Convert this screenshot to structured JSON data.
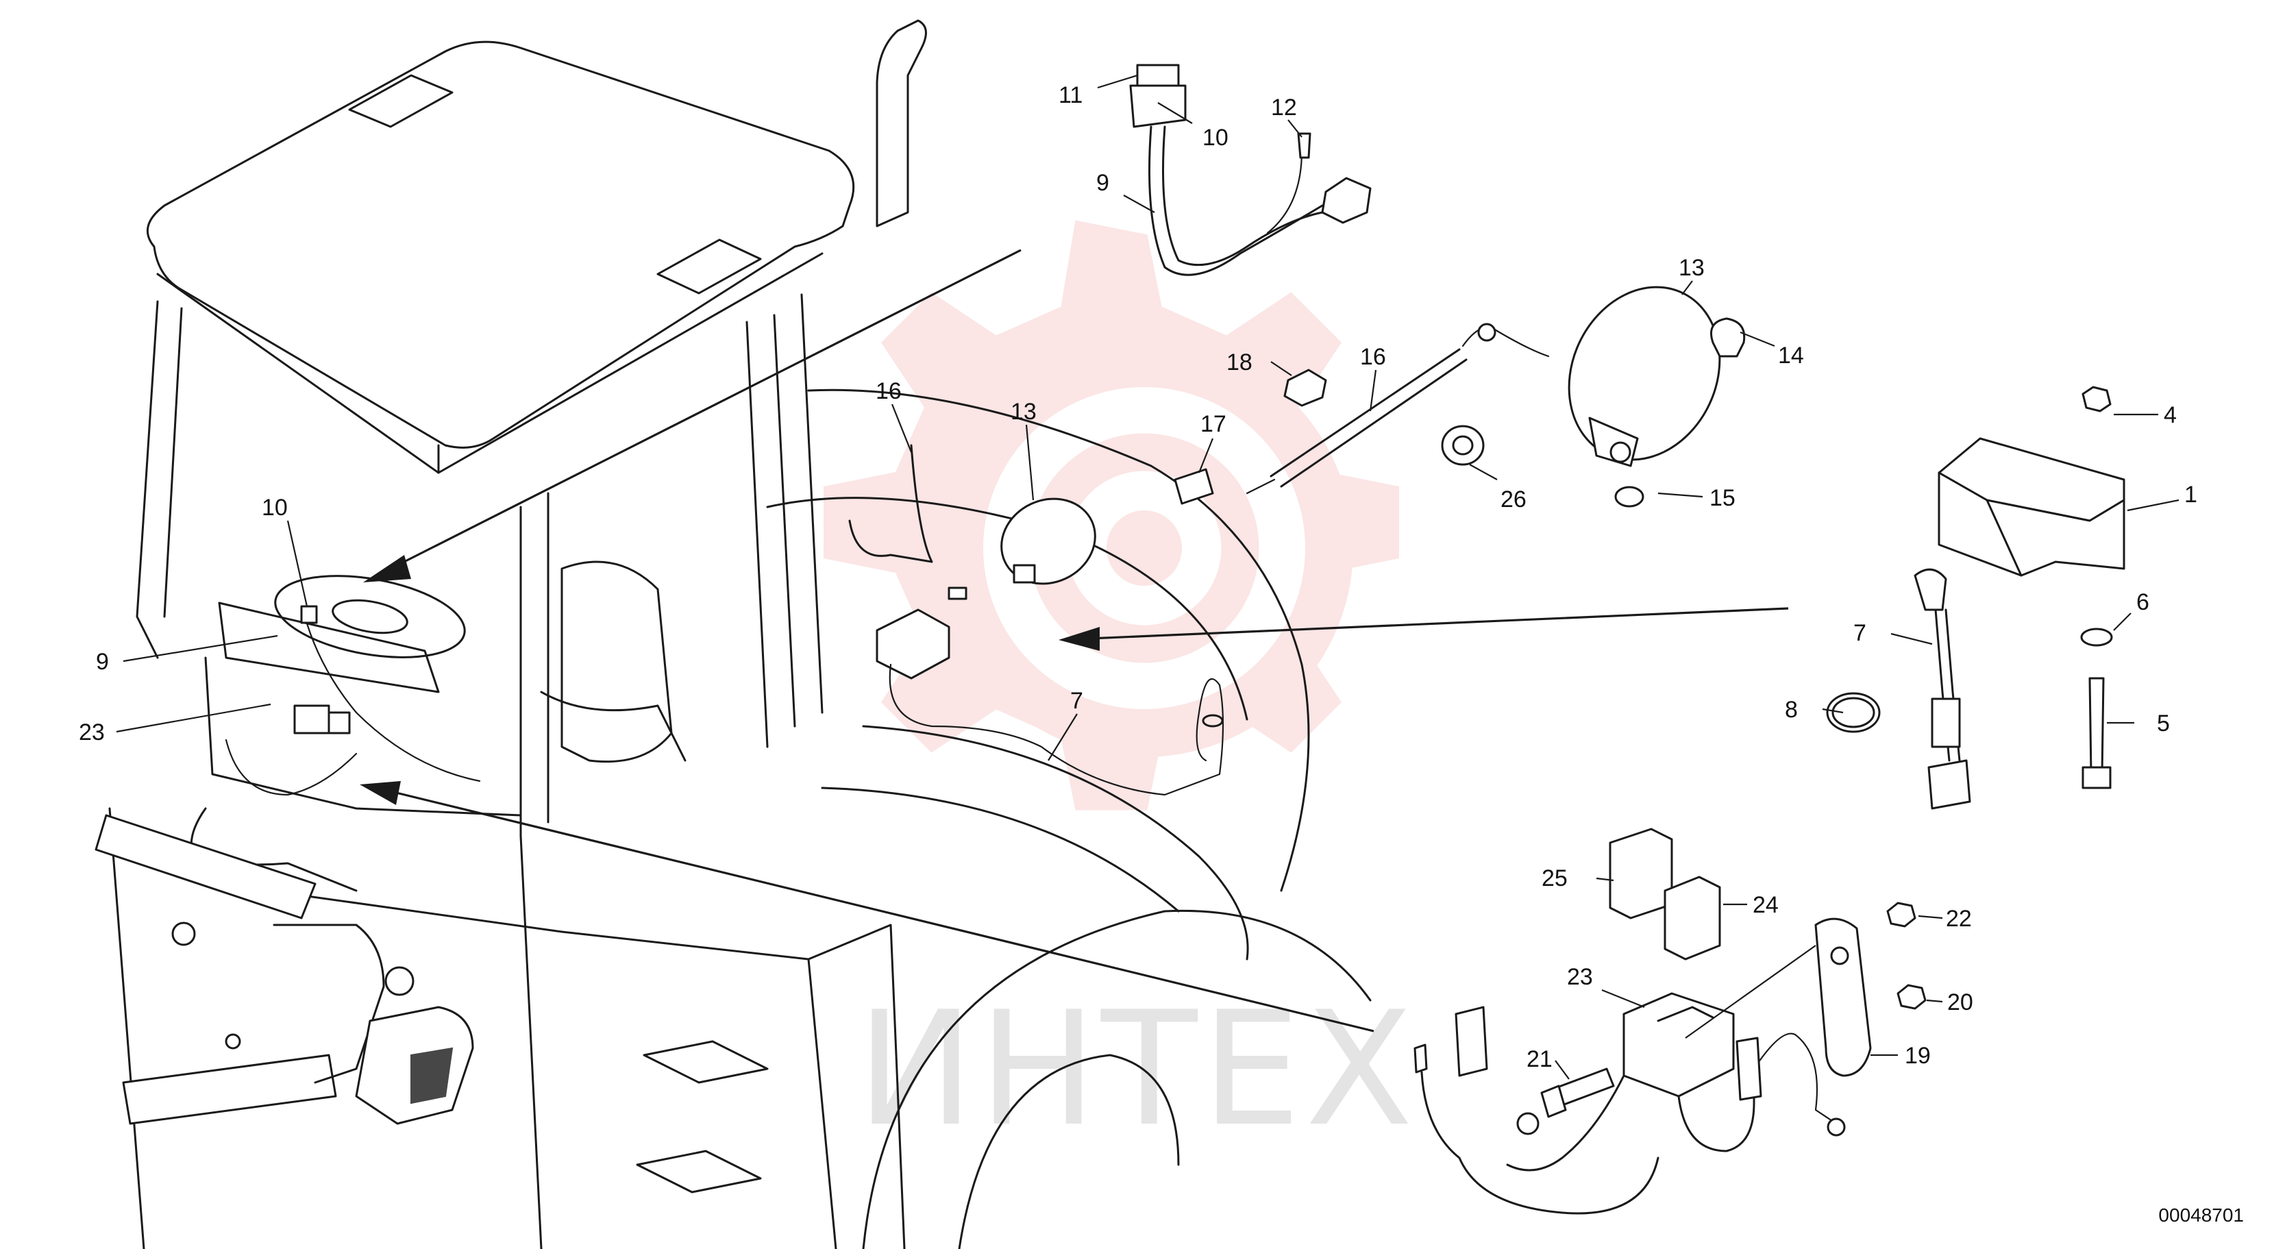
{
  "figure": {
    "document_number": "00048701",
    "watermark_text": "ИНТЕХ",
    "watermark_color": "#f6b6b6"
  },
  "callouts": [
    {
      "id": "c-9-left",
      "label": "9"
    },
    {
      "id": "c-10-left",
      "label": "10"
    },
    {
      "id": "c-23-left",
      "label": "23"
    },
    {
      "id": "c-16-cab",
      "label": "16"
    },
    {
      "id": "c-13-cab",
      "label": "13"
    },
    {
      "id": "c-7-cab",
      "label": "7"
    },
    {
      "id": "c-11",
      "label": "11"
    },
    {
      "id": "c-10-top",
      "label": "10"
    },
    {
      "id": "c-12",
      "label": "12"
    },
    {
      "id": "c-9-top",
      "label": "9"
    },
    {
      "id": "c-18",
      "label": "18"
    },
    {
      "id": "c-16-mid",
      "label": "16"
    },
    {
      "id": "c-17",
      "label": "17"
    },
    {
      "id": "c-26",
      "label": "26"
    },
    {
      "id": "c-13-lamp",
      "label": "13"
    },
    {
      "id": "c-14",
      "label": "14"
    },
    {
      "id": "c-15",
      "label": "15"
    },
    {
      "id": "c-4",
      "label": "4"
    },
    {
      "id": "c-1",
      "label": "1"
    },
    {
      "id": "c-6",
      "label": "6"
    },
    {
      "id": "c-5",
      "label": "5"
    },
    {
      "id": "c-7-right",
      "label": "7"
    },
    {
      "id": "c-8",
      "label": "8"
    },
    {
      "id": "c-25",
      "label": "25"
    },
    {
      "id": "c-24",
      "label": "24"
    },
    {
      "id": "c-22",
      "label": "22"
    },
    {
      "id": "c-23-bottom",
      "label": "23"
    },
    {
      "id": "c-20",
      "label": "20"
    },
    {
      "id": "c-21",
      "label": "21"
    },
    {
      "id": "c-19",
      "label": "19"
    }
  ]
}
